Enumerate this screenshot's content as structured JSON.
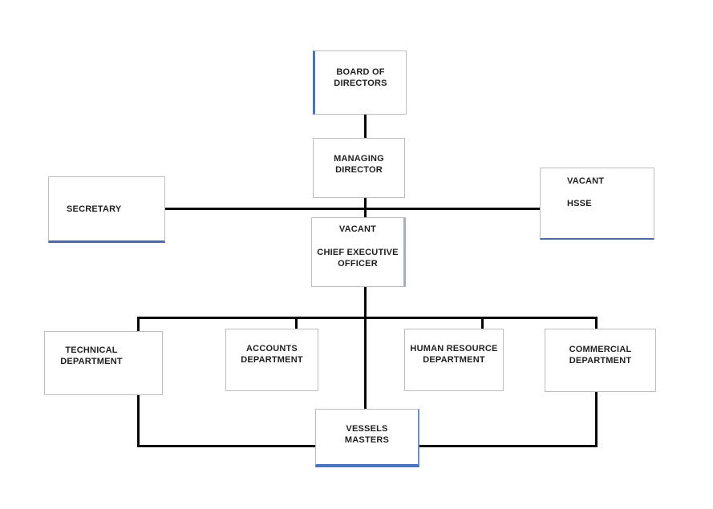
{
  "colors": {
    "accent_blue": "#4472C4",
    "accent_blue_gray": "#8496B0",
    "connector_black": "#050505",
    "box_border_gray": "#BDBDBD",
    "text": "#1F1F1F",
    "background": "#FFFFFF"
  },
  "nodes": {
    "board": {
      "line1": "BOARD OF",
      "line2": "DIRECTORS"
    },
    "managing": {
      "line1": "MANAGING",
      "line2": "DIRECTOR"
    },
    "secretary": {
      "line1": "SECRETARY"
    },
    "hsse": {
      "status": "VACANT",
      "line1": "HSSE"
    },
    "ceo": {
      "status": "VACANT",
      "line1": "CHIEF EXECUTIVE",
      "line2": "OFFICER"
    },
    "technical": {
      "line1": "TECHNICAL",
      "line2": "DEPARTMENT"
    },
    "accounts": {
      "line1": "ACCOUNTS",
      "line2": "DEPARTMENT"
    },
    "hr": {
      "line1": "HUMAN RESOURCE",
      "line2": "DEPARTMENT"
    },
    "commercial": {
      "line1": "COMMERCIAL",
      "line2": "DEPARTMENT"
    },
    "vessels": {
      "line1": "VESSELS",
      "line2": "MASTERS"
    }
  },
  "edges": [
    {
      "from": "BOARD OF DIRECTORS",
      "to": "MANAGING DIRECTOR"
    },
    {
      "from": "MANAGING DIRECTOR",
      "to": "SECRETARY"
    },
    {
      "from": "MANAGING DIRECTOR",
      "to": "VACANT HSSE"
    },
    {
      "from": "MANAGING DIRECTOR",
      "to": "VACANT CHIEF EXECUTIVE OFFICER"
    },
    {
      "from": "VACANT CHIEF EXECUTIVE OFFICER",
      "to": "TECHNICAL DEPARTMENT"
    },
    {
      "from": "VACANT CHIEF EXECUTIVE OFFICER",
      "to": "ACCOUNTS DEPARTMENT"
    },
    {
      "from": "VACANT CHIEF EXECUTIVE OFFICER",
      "to": "HUMAN RESOURCE DEPARTMENT"
    },
    {
      "from": "VACANT CHIEF EXECUTIVE OFFICER",
      "to": "COMMERCIAL DEPARTMENT"
    },
    {
      "from": "VACANT CHIEF EXECUTIVE OFFICER",
      "to": "VESSELS MASTERS"
    },
    {
      "from": "TECHNICAL DEPARTMENT",
      "to": "VESSELS MASTERS"
    },
    {
      "from": "COMMERCIAL DEPARTMENT",
      "to": "VESSELS MASTERS"
    }
  ]
}
